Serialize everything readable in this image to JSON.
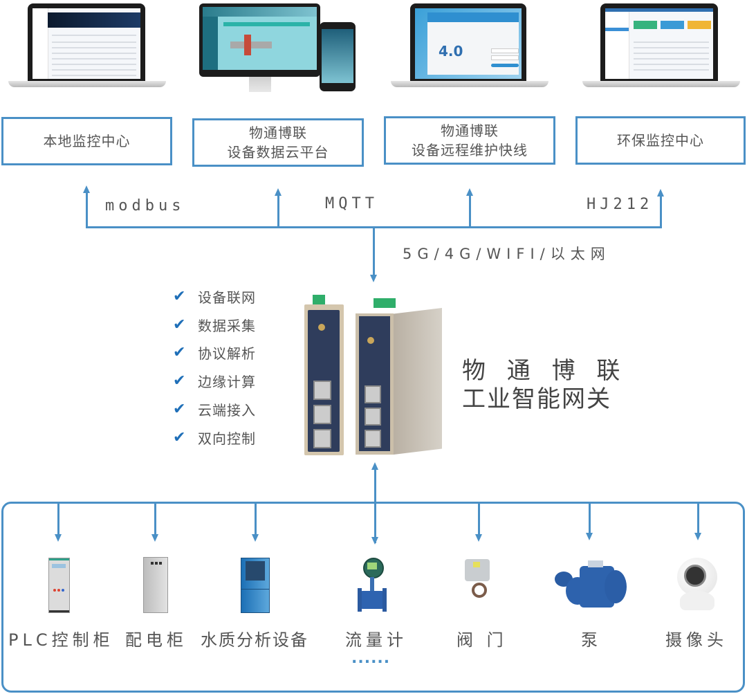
{
  "colors": {
    "accent": "#4a90c6",
    "check": "#1f6fb8",
    "text": "#555555"
  },
  "top_platforms": [
    {
      "lines": [
        "本地监控中心"
      ],
      "device": "laptop"
    },
    {
      "lines": [
        "物通博联",
        "设备数据云平台"
      ],
      "device": "monitor-and-phone"
    },
    {
      "lines": [
        "物通博联",
        "设备远程维护快线"
      ],
      "device": "laptop"
    },
    {
      "lines": [
        "环保监控中心"
      ],
      "device": "laptop"
    }
  ],
  "protocols": {
    "left": "modbus",
    "middle": "MQTT",
    "right": "HJ212"
  },
  "network": "5G/4G/WIFI/以太网",
  "features": [
    {
      "icon": "check-icon",
      "label": "设备联网"
    },
    {
      "icon": "check-icon",
      "label": "数据采集"
    },
    {
      "icon": "check-icon",
      "label": "协议解析"
    },
    {
      "icon": "check-icon",
      "label": "边缘计算"
    },
    {
      "icon": "check-icon",
      "label": "云端接入"
    },
    {
      "icon": "check-icon",
      "label": "双向控制"
    }
  ],
  "gateway": {
    "title_line1": "物 通 博 联",
    "title_line2": "工业智能网关"
  },
  "field_devices": [
    {
      "label": "PLC控制柜",
      "icon": "plc-cabinet-icon"
    },
    {
      "label": "配电柜",
      "icon": "power-cabinet-icon"
    },
    {
      "label": "水质分析设备",
      "icon": "water-analyzer-icon"
    },
    {
      "label": "流量计",
      "icon": "flowmeter-icon"
    },
    {
      "label": "阀 门",
      "icon": "valve-icon"
    },
    {
      "label": "泵",
      "icon": "pump-icon"
    },
    {
      "label": "摄像头",
      "icon": "camera-icon"
    }
  ],
  "more_indicator": "......"
}
